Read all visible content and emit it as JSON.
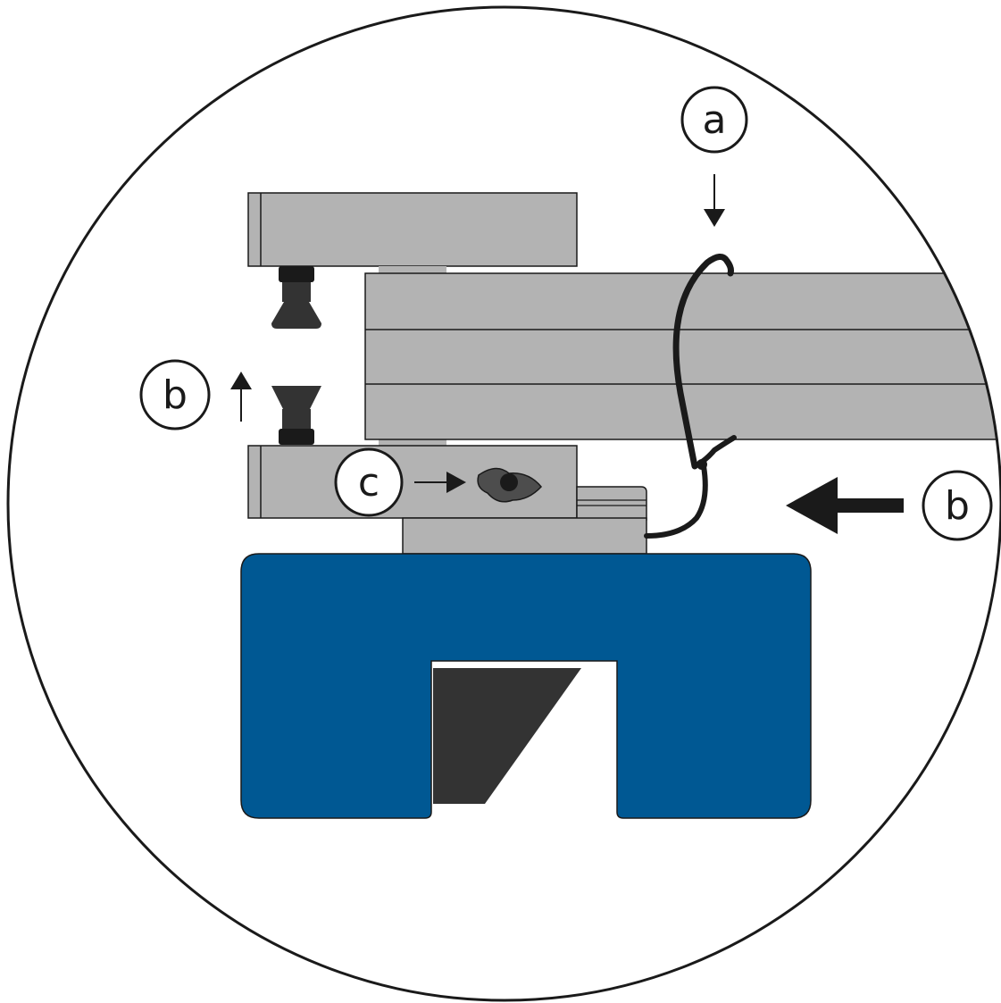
{
  "labels": {
    "a": "a",
    "b_left": "b",
    "b_right": "b",
    "c": "c"
  },
  "colors": {
    "gray_part": "#b3b3b3",
    "blue_base": "#005893",
    "dark": "#333333",
    "outline": "#1a1a1a",
    "background": "#ffffff"
  }
}
